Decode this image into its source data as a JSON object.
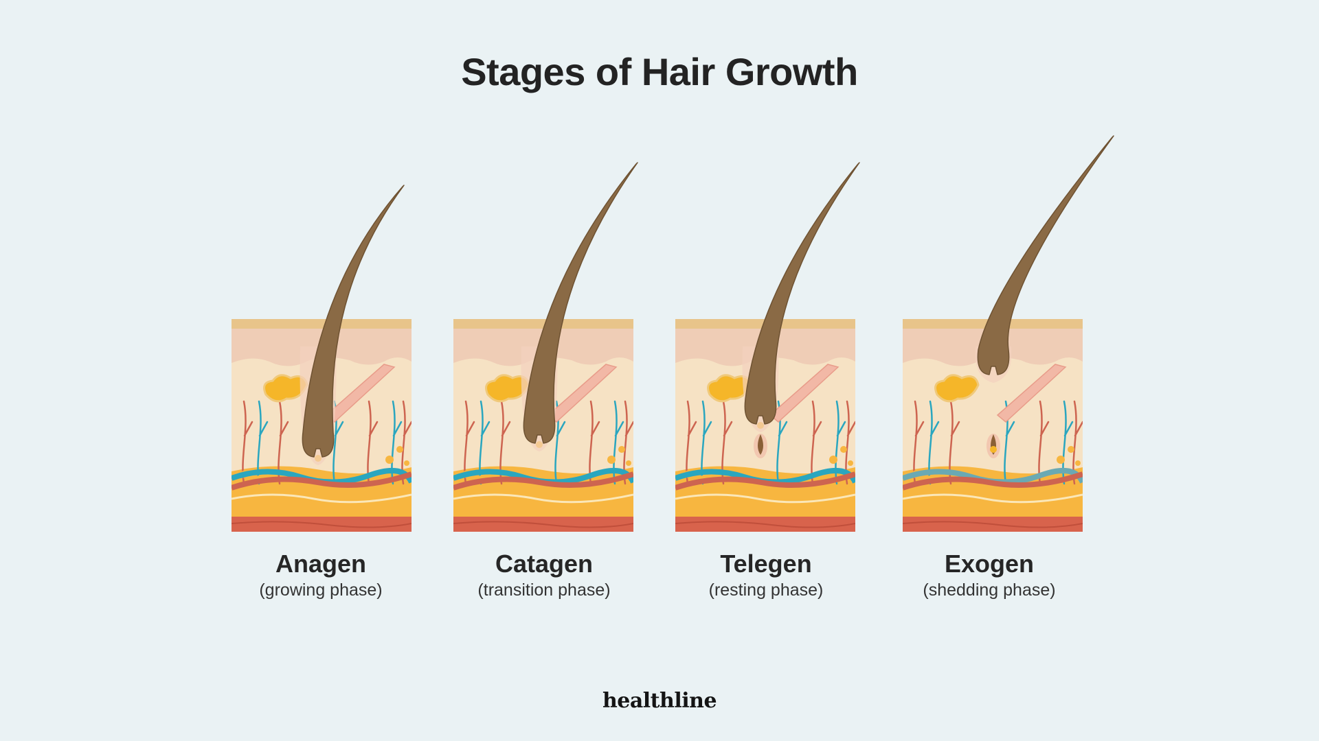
{
  "title": "Stages of Hair Growth",
  "stages": [
    {
      "name": "Anagen",
      "phase": "(growing phase)",
      "follicle": "deep bulb attached to papilla"
    },
    {
      "name": "Catagen",
      "phase": "(transition phase)",
      "follicle": "follicle shrinking, detaching from papilla"
    },
    {
      "name": "Telegen",
      "phase": "(resting phase)",
      "follicle": "club hair at rest, new bud below"
    },
    {
      "name": "Exogen",
      "phase": "(shedding phase)",
      "follicle": "hair released, new hair growing"
    }
  ],
  "brand": "healthline",
  "colors": {
    "background": "#eaf2f4",
    "epidermis": "#e8c48a",
    "dermis_upper": "#efcdb6",
    "dermis": "#f6e2c4",
    "fat": "#f7b640",
    "muscle_layer": "#d8634c",
    "hair": "#8a6a45",
    "hair_outline": "#6e5232",
    "sebaceous_gland": "#f5b629",
    "vein": "#2aa6bf",
    "artery": "#cd6450"
  },
  "icons": [
    "hair-strand-icon",
    "sebaceous-gland-icon",
    "blood-vessel-icon"
  ]
}
